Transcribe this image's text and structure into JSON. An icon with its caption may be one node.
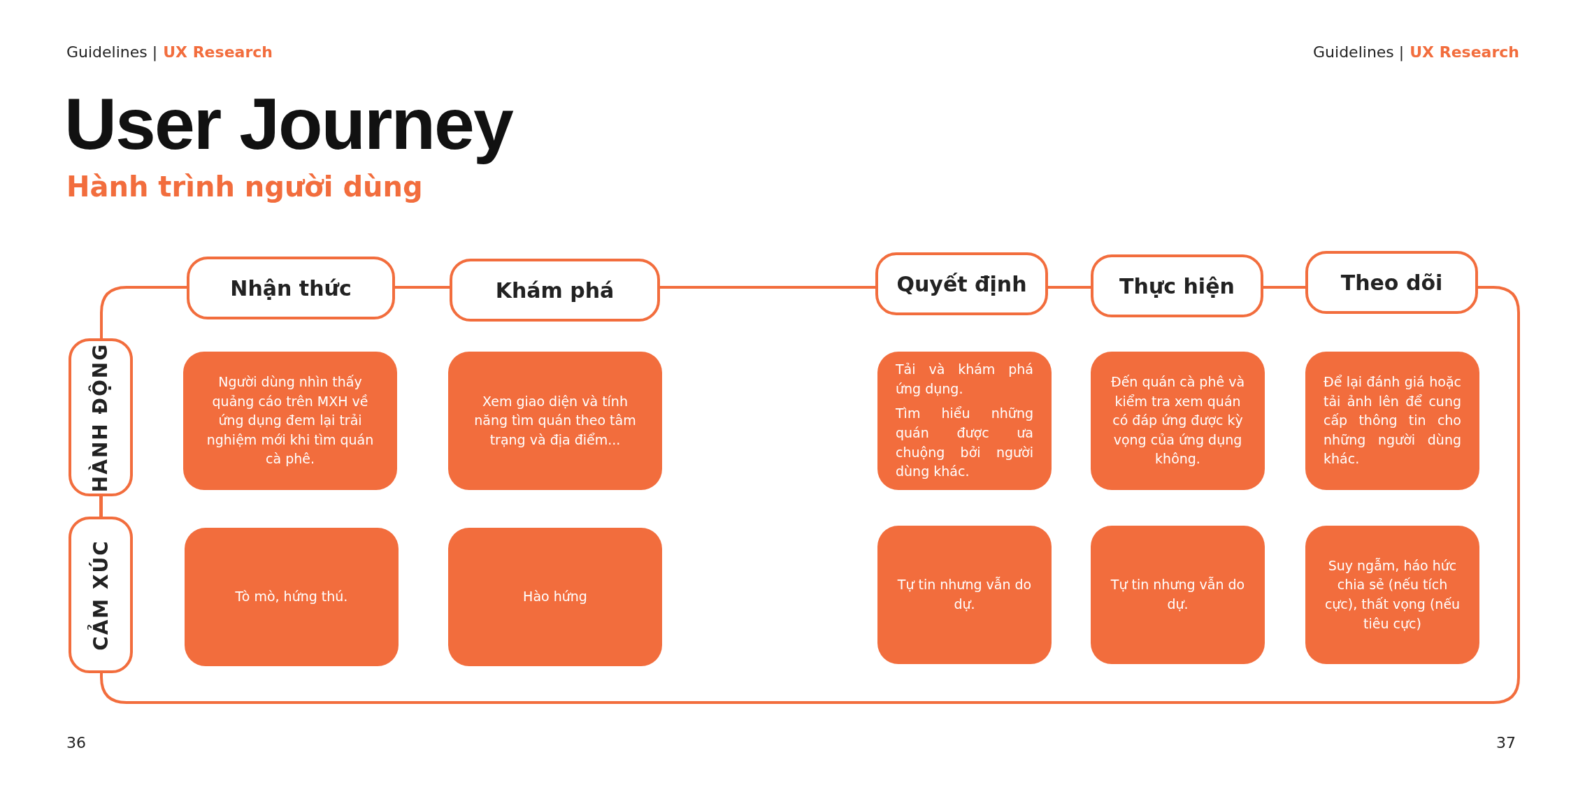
{
  "diagram": {
    "title": "User Journey",
    "nodes": [
      {
        "text": [
          "Nhận thức"
        ]
      },
      {
        "text": [
          "Khám phá"
        ]
      },
      {
        "text": [
          "Quyết định"
        ]
      },
      {
        "text": [
          "Thực hiện"
        ]
      },
      {
        "text": [
          "Theo dõi"
        ]
      },
      {
        "text": [
          "HÀNH ĐỘNG"
        ]
      },
      {
        "text": [
          "CẢM XÚC"
        ]
      },
      {
        "text": [
          "Người dùng nhìn thấy quảng cáo trên MXH về ứng dụng đem lại trải nghiệm mới khi tìm quán cà phê."
        ]
      },
      {
        "text": [
          "Xem giao diện và tính năng tìm quán theo tâm trạng và địa điểm..."
        ]
      },
      {
        "text": [
          "Tải và khám phá ứng dụng.",
          "Tìm hiểu những quán được ưa chuộng bởi người dùng khác."
        ]
      },
      {
        "text": [
          "Đến quán cà phê và kiểm tra xem quán có đáp ứng được kỳ vọng của ứng dụng không."
        ]
      },
      {
        "text": [
          "Để lại đánh giá hoặc tải ảnh lên để cung cấp thông tin cho những người dùng khác."
        ]
      },
      {
        "text": [
          "Tò mò, hứng thú."
        ]
      },
      {
        "text": [
          "Hào hứng"
        ]
      },
      {
        "text": [
          "Tự tin nhưng vẫn do dự."
        ]
      },
      {
        "text": [
          "Tự tin nhưng vẫn do dự."
        ]
      },
      {
        "text": [
          "Suy ngẫm, háo hức chia sẻ (nếu tích cực), thất vọng (nếu tiêu cực)"
        ]
      }
    ],
    "edges": [
      {
        "from": 0,
        "to": 1,
        "arrow": "none"
      },
      {
        "from": 1,
        "to": 2,
        "arrow": "none"
      },
      {
        "from": 2,
        "to": 3,
        "arrow": "none"
      },
      {
        "from": 3,
        "to": 4,
        "arrow": "none"
      },
      {
        "from": 5,
        "to": 6,
        "arrow": "none"
      }
    ],
    "labels": [
      "Guidelines |",
      "UX Research",
      "Guidelines |",
      "UX Research",
      "Hành trình người dùng",
      "36",
      "37"
    ]
  }
}
